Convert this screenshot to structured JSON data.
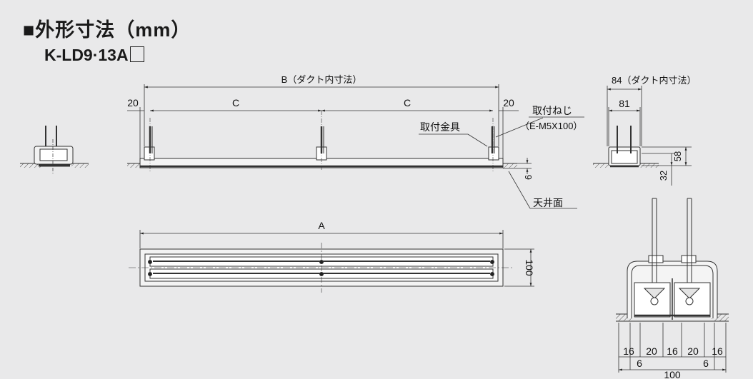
{
  "title": "■外形寸法（mm）",
  "model": "K-LD9·13A",
  "labels": {
    "b_dim": "B（ダクト内寸法）",
    "c": "C",
    "dim20": "20",
    "mount_screw": "取付ねじ",
    "screw_spec": "（E-M5X100）",
    "bracket": "取付金具",
    "ceiling": "天井面",
    "dim6": "6",
    "a": "A",
    "dim100": "100",
    "duct84": "84（ダクト内寸法）",
    "dim81": "81",
    "dim58": "58",
    "dim32": "32",
    "dim16": "16"
  }
}
